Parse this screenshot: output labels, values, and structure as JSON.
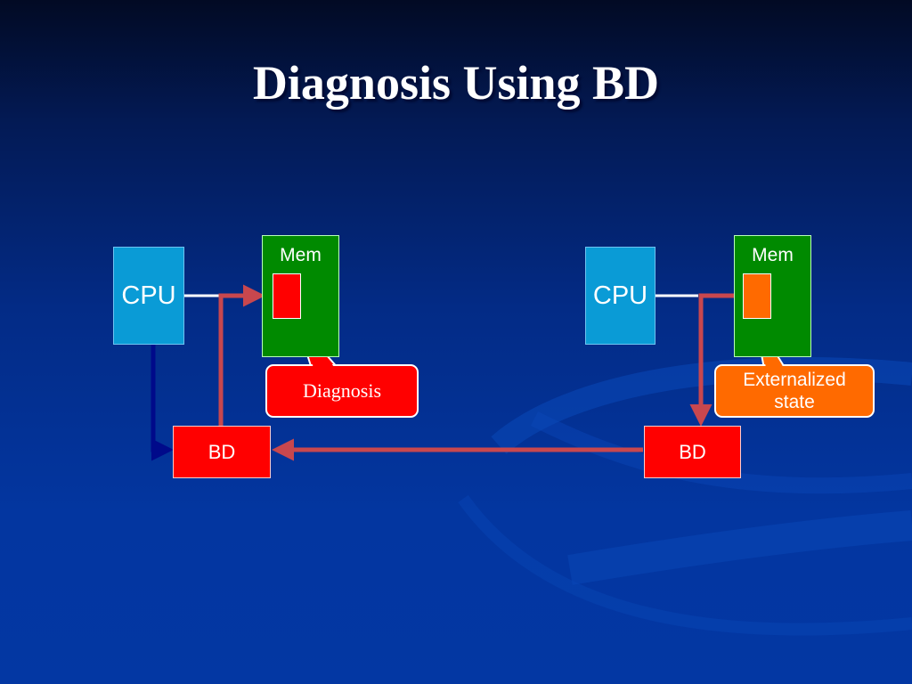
{
  "slide": {
    "title": "Diagnosis Using BD"
  },
  "left_system": {
    "cpu_label": "CPU",
    "mem_label": "Mem",
    "bd_label": "BD",
    "callout_label": "Diagnosis"
  },
  "right_system": {
    "cpu_label": "CPU",
    "mem_label": "Mem",
    "bd_label": "BD",
    "callout_label": "Externalized state"
  },
  "colors": {
    "background": "#0336a0",
    "cpu": "#0a9bd6",
    "mem": "#008a00",
    "bd": "#ff0000",
    "diagnosis_cell": "#ff0000",
    "externalized_cell": "#ff6a00",
    "arrow": "#c8474e",
    "cpu_link": "#000a8a"
  }
}
